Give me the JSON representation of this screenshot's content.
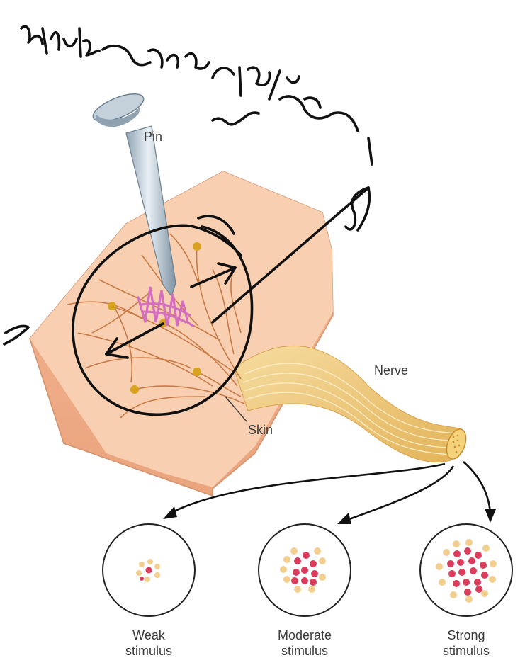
{
  "labels": {
    "pin": "Pin",
    "nerve": "Nerve",
    "skin": "Skin"
  },
  "captions": [
    {
      "line1": "Weak",
      "line2": "stimulus"
    },
    {
      "line1": "Moderate",
      "line2": "stimulus"
    },
    {
      "line1": "Strong",
      "line2": "stimulus"
    }
  ],
  "colors": {
    "skin": "#f7c9a8",
    "fiber": "#c77a45",
    "receptor": "#d9a21e",
    "active_fiber": "#dd3c5c",
    "inactive_fiber": "#f3cf8f",
    "ink": "#111111",
    "highlight": "#d46fbf"
  }
}
